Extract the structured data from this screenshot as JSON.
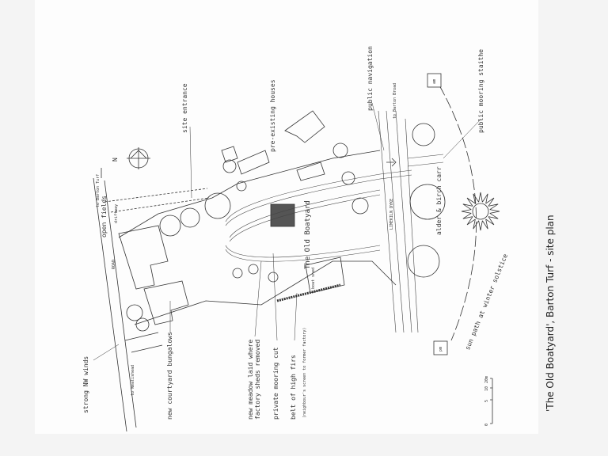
{
  "title": "'The Old Boatyard', Barton Turf - site plan",
  "labels": {
    "strong_winds": "strong NW winds",
    "bungalows": "new courtyard bungalows",
    "meadow_1": "new meadow laid where",
    "meadow_2": "factory sheds removed",
    "mooring_cut": "private mooring cut",
    "firs": "belt of high firs",
    "firs_note": "(neighbour's screen to former factory)",
    "open_fields": "open fields",
    "site_entrance": "site entrance",
    "houses": "pre-existing houses",
    "navigation": "public navigation",
    "staithe": "public mooring staithe",
    "carr": "alder & birch carr",
    "sun_path": "sun path at winter solstice",
    "am": "am",
    "pm": "pm",
    "north": "N",
    "to_barton_turf": "to Barton Turf",
    "to_neatishead": "to Neatishead",
    "to_barton_broad": "to Barton Broad",
    "driftway": "driftway",
    "road": "ROAD",
    "boatyard": "The Old Boatyard",
    "dyke": "LIMEKILN DYKE",
    "boat_shed": "boat shed"
  },
  "scale": {
    "ticks": [
      "0",
      "5",
      "10",
      "20m"
    ]
  }
}
